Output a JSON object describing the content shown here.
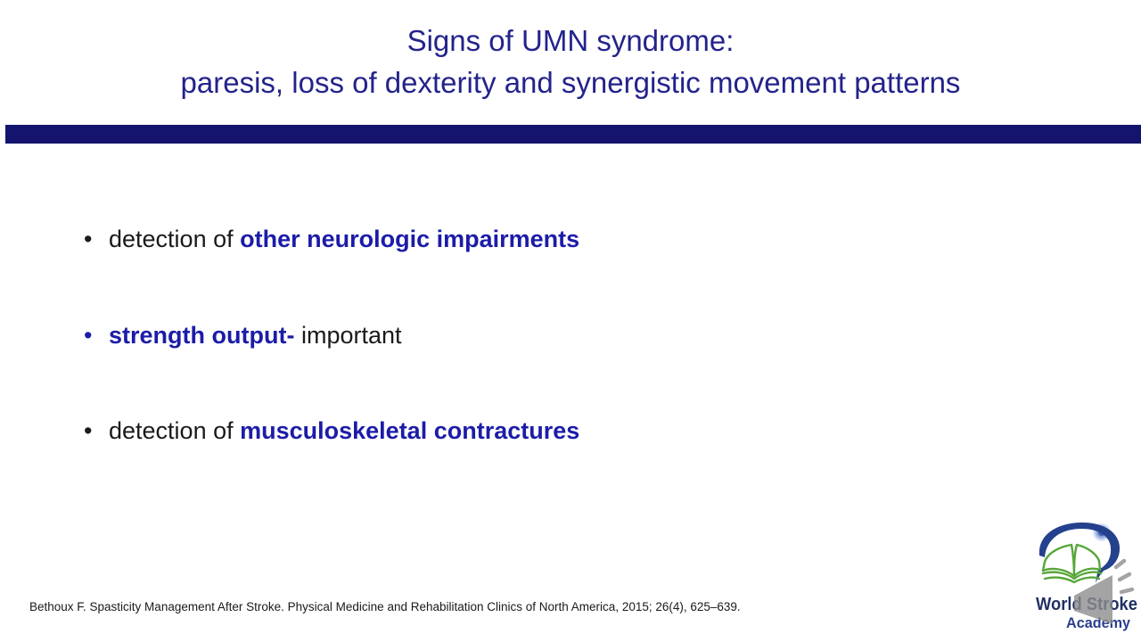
{
  "slide": {
    "title_line1": "Signs of UMN syndrome:",
    "title_line2": "paresis, loss of dexterity and synergistic movement patterns",
    "bullet_glyph": "•",
    "bullets": [
      {
        "prefix": "detection of ",
        "emphasis": "other neurologic impairments",
        "suffix": ""
      },
      {
        "prefix": "",
        "emphasis": "strength output-",
        "suffix": " important"
      },
      {
        "prefix": "detection of ",
        "emphasis": "musculoskeletal contractures",
        "suffix": ""
      }
    ],
    "citation": "Bethoux F. Spasticity Management After Stroke. Physical Medicine and Rehabilitation Clinics of North America, 2015; 26(4), 625–639.",
    "logo": {
      "line1": "World Stroke",
      "line2": "Academy"
    }
  },
  "colors": {
    "title": "#23238C",
    "bar": "#14146E",
    "emphasis": "#1C1CA8",
    "body": "#1A1A1A",
    "citation": "#1A1A1A",
    "logo_blue": "#24418E",
    "logo_green": "#57A639",
    "logo_text": "#1F3064",
    "academy_text": "#2B3F8E",
    "speaker": "#8E8E8E"
  }
}
